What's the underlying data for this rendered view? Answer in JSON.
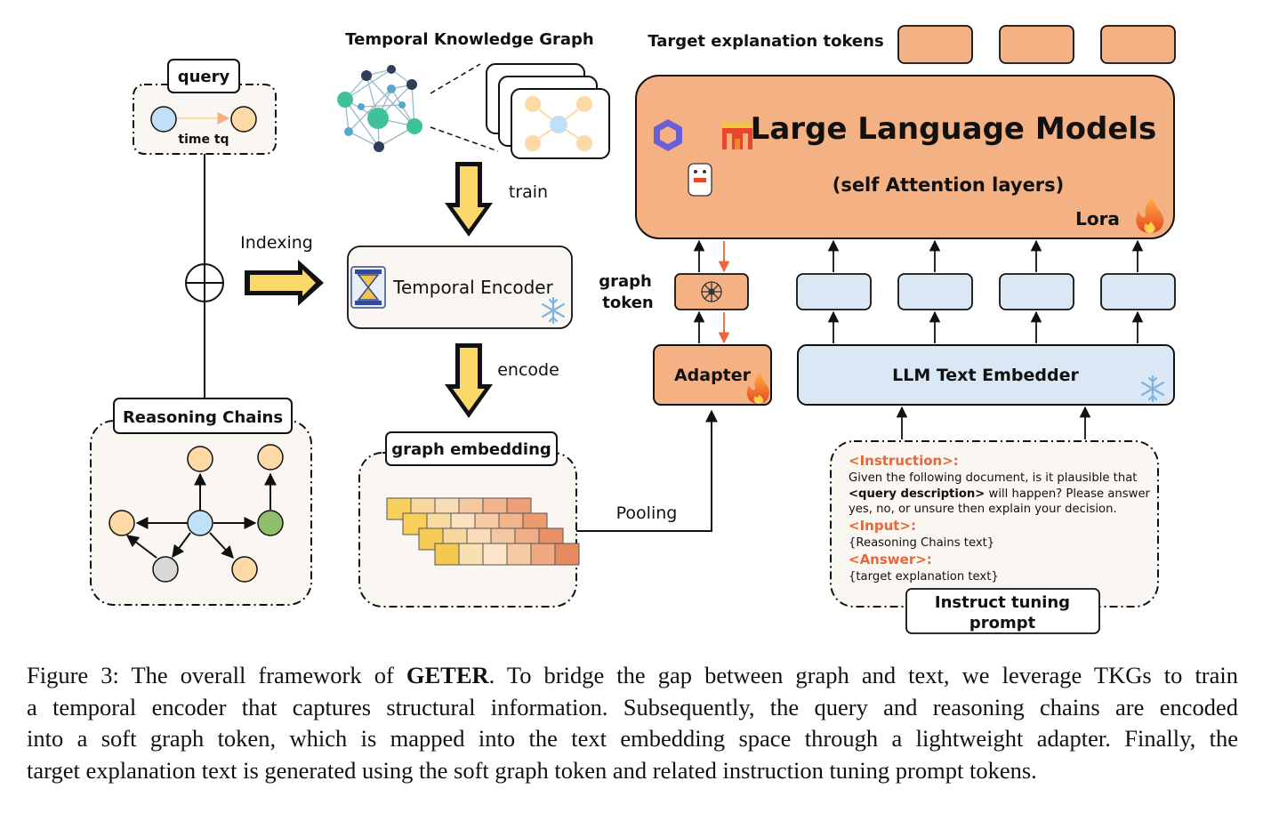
{
  "diagram": {
    "query_box": {
      "label": "query",
      "time_label": "time tq"
    },
    "indexing_label": "Indexing",
    "reasoning_chains_label": "Reasoning Chains",
    "tkg_label": "Temporal Knowledge Graph",
    "train_label": "train",
    "temporal_encoder_label": "Temporal Encoder",
    "encode_label": "encode",
    "graph_embedding_label": "graph embedding",
    "pooling_label": "Pooling",
    "target_tokens_label": "Target explanation tokens",
    "llm_title": "Large Language Models",
    "llm_subtitle": "(self Attention layers)",
    "lora_label": "Lora",
    "graph_token_label_line1": "graph",
    "graph_token_label_line2": "token",
    "adapter_label": "Adapter",
    "text_embedder_label": "LLM Text Embedder",
    "prompt": {
      "instruction_tag": "<Instruction>:",
      "instruction_line1": "Given the following document, is it plausible that",
      "instruction_bold": "<query description>",
      "instruction_line2_rest": " will happen? Please answer",
      "instruction_line3": "yes, no, or unsure then explain your decision.",
      "input_tag": "<Input>:",
      "input_text": "{Reasoning Chains text}",
      "answer_tag": "<Answer>:",
      "answer_text": "{target explanation text}",
      "box_label_line1": "Instruct tuning",
      "box_label_line2": "prompt"
    },
    "colors": {
      "orange": "#f4b183",
      "light_orange": "#fbe5d6",
      "blue": "#dae8f5",
      "node_blue": "#bfe0f6",
      "node_orange": "#fdd9a6",
      "node_green": "#8fbf6a",
      "node_gray": "#d8d8d8",
      "arrow_yellow": "#fbd86a",
      "accent_red": "#e8663a",
      "panel_bg": "#faf7f3"
    }
  },
  "caption": {
    "prefix": "Figure 3: The overall framework of ",
    "bold": "GETER",
    "line1_rest": ". To bridge the gap between graph and text, we leverage TKGs to train",
    "line2": "a temporal encoder that captures structural information. Subsequently, the query and reasoning chains are encoded",
    "line3": "into a soft graph token, which is mapped into the text embedding space through a lightweight adapter. Finally, the",
    "line4": "target explanation text is generated using the soft graph token and related instruction tuning prompt tokens."
  }
}
